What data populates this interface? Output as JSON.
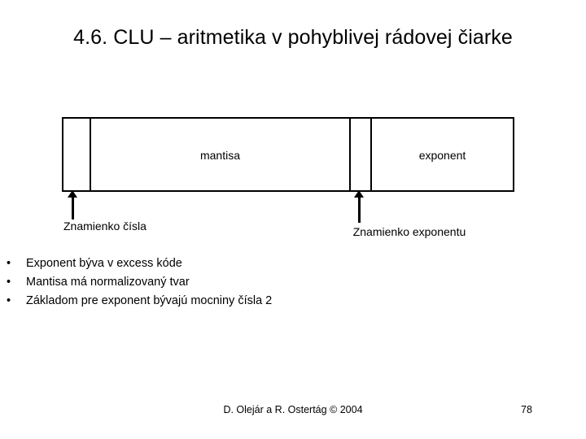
{
  "slide": {
    "title": "4.6. CLU – aritmetika v pohyblivej rádovej čiarke",
    "page_number": "78",
    "footer_credit": "D. Olejár a R. Ostertág © 2004",
    "background_color": "#ffffff",
    "text_color": "#000000"
  },
  "diagram": {
    "name": "floating-point-format",
    "fields": [
      {
        "id": "sign-number",
        "label": ""
      },
      {
        "id": "mantisa",
        "label": "mantisa"
      },
      {
        "id": "sign-exponent",
        "label": ""
      },
      {
        "id": "exponent",
        "label": "exponent"
      }
    ],
    "callouts": [
      {
        "id": "sign-number",
        "label": "Znamienko čísla"
      },
      {
        "id": "sign-exponent",
        "label": "Znamienko exponentu"
      }
    ]
  },
  "bullets": [
    {
      "mark": "•",
      "text": "Exponent býva v excess kóde"
    },
    {
      "mark": "•",
      "text": "Mantisa má normalizovaný tvar"
    },
    {
      "mark": "•",
      "text": "Základom pre exponent bývajú mocniny čísla 2"
    }
  ]
}
